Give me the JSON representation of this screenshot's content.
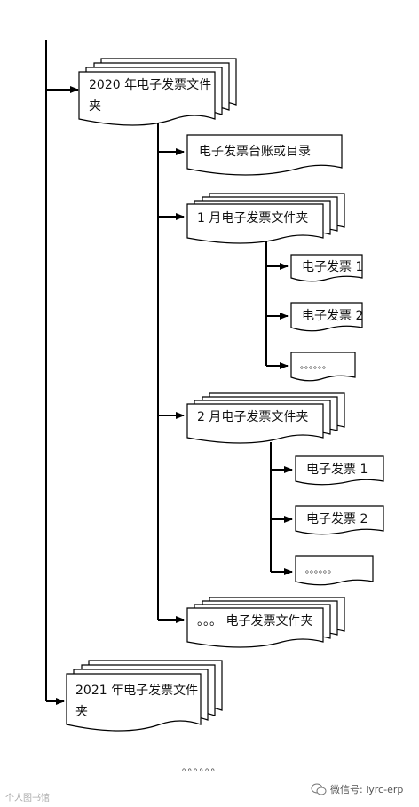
{
  "folders": {
    "y2020": "2020  年电子发票文件夹",
    "ledger": "电子发票台账或目录",
    "jan": "1 月电子发票文件夹",
    "jan_inv1": "电子发票 1",
    "jan_inv2": "电子发票 2",
    "jan_more": "。。。。。。",
    "feb": "2 月电子发票文件夹",
    "feb_inv1": "电子发票 1",
    "feb_inv2": "电子发票 2",
    "feb_more": "。。。。。。",
    "more_folder": "。。。 电子发票文件夹",
    "y2021": "2021  年电子发票文件夹"
  },
  "footer": {
    "dots": "。。。。。。",
    "watermark_left": "个人图书馆",
    "wechat_label": "微信号: lyrc-erp"
  }
}
